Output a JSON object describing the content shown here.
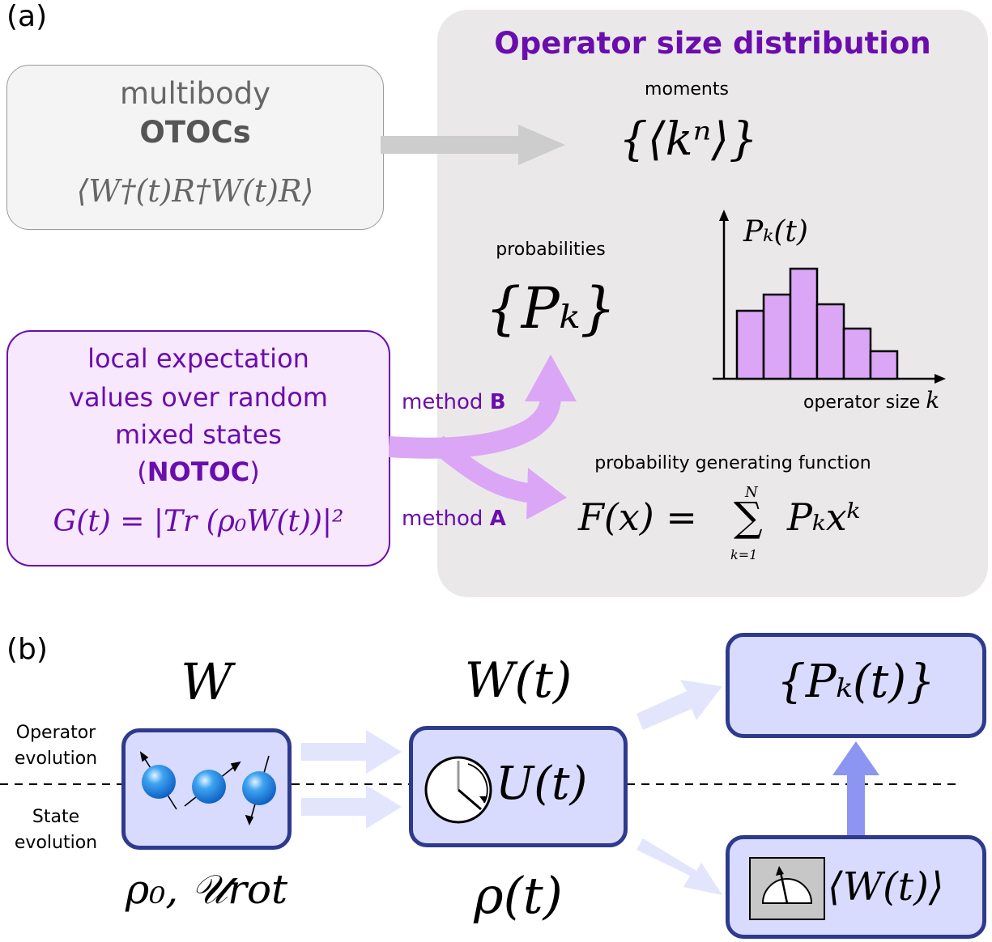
{
  "panel_a": {
    "label": "(a)",
    "size_dist_title": "Operator size distribution",
    "otoc_box": {
      "line1": "multibody",
      "line2": "OTOCs",
      "formula": "⟨W†(t)R†W(t)R⟩"
    },
    "moments": {
      "label": "moments",
      "formula": "{⟨kⁿ⟩}"
    },
    "probabilities": {
      "label": "probabilities",
      "formula": "{Pₖ}"
    },
    "histogram": {
      "ylabel": "Pₖ(t)",
      "xlabel_text": "operator size",
      "xlabel_symbol": "k",
      "bar_color": "#dba6f5"
    },
    "notoc_box": {
      "line1": "local expectation",
      "line2": "values over random",
      "line3": "mixed states",
      "line4_open": "(",
      "line4_bold": "NOTOC",
      "line4_close": ")",
      "formula": "G(t) = |Tr (ρ₀W(t))|²"
    },
    "method_b": {
      "prefix": "method",
      "letter": "B"
    },
    "method_a": {
      "prefix": "method",
      "letter": "A"
    },
    "pgf": {
      "label": "probability generating function",
      "formula_lhs": "F(x) =",
      "sum_top": "N",
      "sum_bottom": "k=1",
      "formula_rhs": "Pₖxᵏ"
    },
    "colors": {
      "accent": "#6a0dad",
      "notoc_fill": "#f7e8fd",
      "arrow": "#dba6f5"
    }
  },
  "panel_b": {
    "label": "(b)",
    "operator_evolution": [
      "Operator",
      "evolution"
    ],
    "state_evolution": [
      "State",
      "evolution"
    ],
    "box1": {
      "top": "W",
      "bottom": "ρ₀, 𝒰rot"
    },
    "box2": {
      "top": "W(t)",
      "inner": "U(t)",
      "bottom": "ρ(t)"
    },
    "box3": {
      "inner": "{Pₖ(t)}"
    },
    "box4": {
      "inner": "⟨W(t)⟩"
    },
    "colors": {
      "box_fill": "#d8dbfd",
      "box_border": "#2e3a8c",
      "arrow": "#e2e5fc",
      "arrow_up": "#8c95f2"
    }
  }
}
